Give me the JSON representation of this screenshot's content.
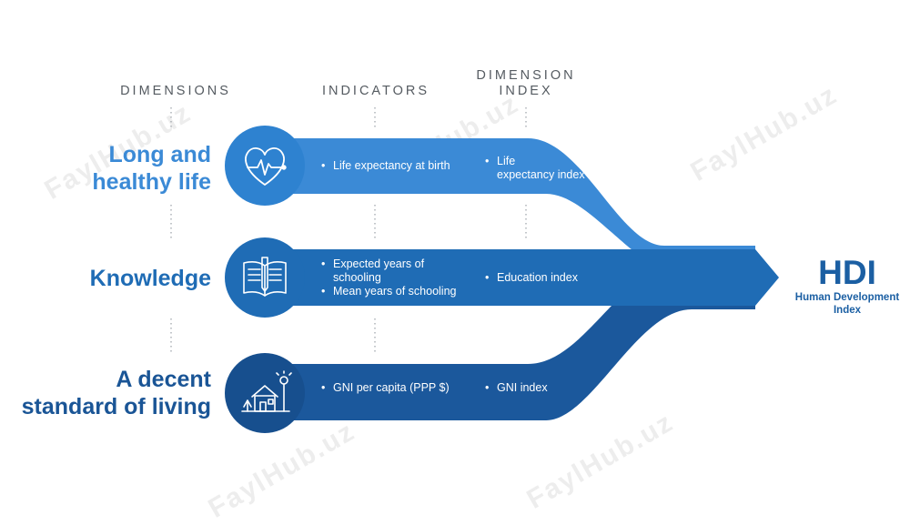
{
  "headers": {
    "dimensions": "DIMENSIONS",
    "indicators": "INDICATORS",
    "dimension_index_line1": "DIMENSION",
    "dimension_index_line2": "INDEX"
  },
  "dimensions": [
    {
      "title_lines": [
        "Long and",
        "healthy life"
      ],
      "icon": "heart-pulse-icon",
      "indicators": [
        "Life expectancy at birth"
      ],
      "index_lines": [
        "Life",
        "expectancy index"
      ]
    },
    {
      "title_lines": [
        "Knowledge"
      ],
      "icon": "book-icon",
      "indicators": [
        "Expected years of\nschooling",
        "Mean years of schooling"
      ],
      "index_lines": [
        "Education index"
      ]
    },
    {
      "title_lines": [
        "A decent",
        "standard of living"
      ],
      "icon": "house-icon",
      "indicators": [
        "GNI per capita (PPP $)"
      ],
      "index_lines": [
        "GNI index"
      ]
    }
  ],
  "result": {
    "title": "HDI",
    "subtitle_line1": "Human Development",
    "subtitle_line2": "Index"
  },
  "watermark": "FaylHub.uz",
  "colors": {
    "band1": "#3b8ad6",
    "band2": "#1f6cb5",
    "band3": "#1b589c",
    "circle1": "#2e82d0",
    "circle2": "#1f6cb5",
    "circle3": "#174f8e",
    "title1": "#3b8ad6",
    "title2": "#1f6cb5",
    "title3": "#1a5596"
  }
}
